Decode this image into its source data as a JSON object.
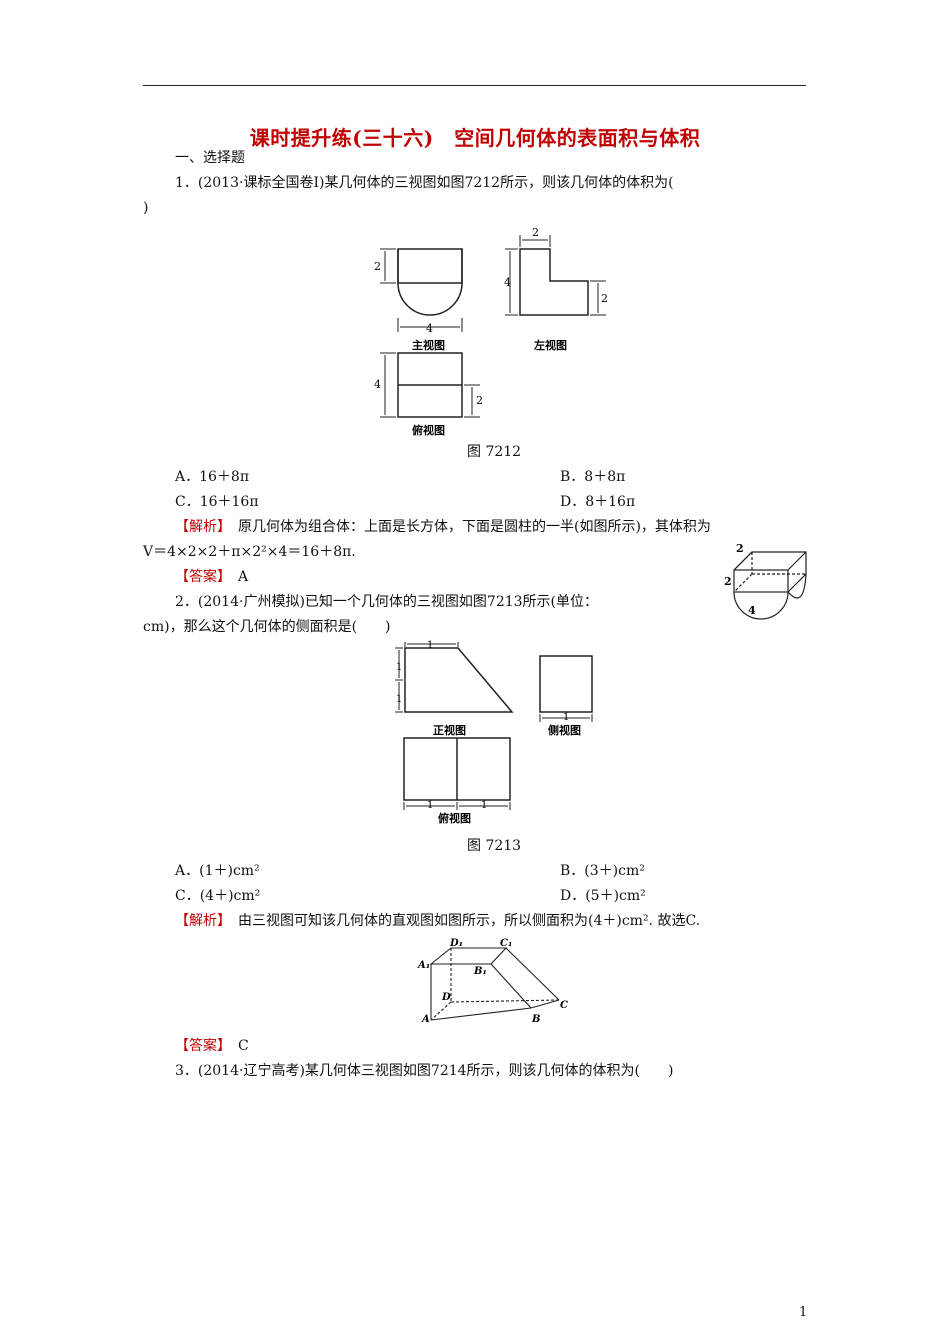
{
  "title": "课时提升练(三十六)　空间几何体的表面积与体积",
  "section": "一、选择题",
  "q1": {
    "line1": "1．(2013·课标全国卷Ⅰ)某几何体的三视图如图7212所示，则该几何体的体积为(",
    "line2": ")",
    "fig_labels": {
      "front": "主视图",
      "left": "左视图",
      "top": "俯视图",
      "dim2": "2",
      "dim4": "4"
    },
    "caption": "图 7212",
    "optA": "A．16＋8π",
    "optB": "B．8＋8π",
    "optC": "C．16＋16π",
    "optD": "D．8＋16π",
    "analysis_tag": "【解析】",
    "analysis1": "原几何体为组合体：上面是长方体，下面是圆柱的一半(如图所示)，其体积为",
    "analysis2": "V＝4×2×2＋π×2²×4＝16＋8π.",
    "answer_tag": "【答案】",
    "answer": "A"
  },
  "q2": {
    "line1": "2．(2014·广州模拟)已知一个几何体的三视图如图7213所示(单位：",
    "line2": "cm)，那么这个几何体的侧面积是(　　)",
    "fig_labels": {
      "front": "正视图",
      "side": "侧视图",
      "top": "俯视图",
      "dim1": "1"
    },
    "caption": "图 7213",
    "optA": "A．(1＋)cm²",
    "optB": "B．(3＋)cm²",
    "optC": "C．(4＋)cm²",
    "optD": "D．(5＋)cm²",
    "analysis_tag": "【解析】",
    "analysis": "由三视图可知该几何体的直观图如图所示，所以侧面积为(4＋)cm². 故选C.",
    "solid_labels": {
      "D1": "D₁",
      "C1": "C₁",
      "A1": "A₁",
      "B1": "B₁",
      "D": "D",
      "C": "C",
      "A": "A",
      "B": "B"
    },
    "answer_tag": "【答案】",
    "answer": "C"
  },
  "q3": {
    "line1": "3．(2014·辽宁高考)某几何体三视图如图7214所示，则该几何体的体积为(　　)"
  },
  "page_number": "1",
  "colors": {
    "tag": "#c00000",
    "title": "#c00000"
  }
}
